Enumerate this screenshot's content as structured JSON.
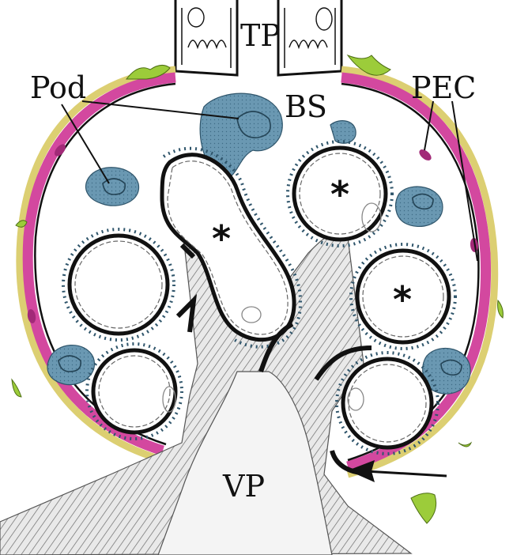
{
  "labels": {
    "tp": "TP",
    "bs": "BS",
    "pod": "Pod",
    "pec": "PEC",
    "vp": "VP",
    "asterisk": "*"
  },
  "colors": {
    "podocyte_blue": "#6a98b2",
    "pec_magenta": "#d3489f",
    "capsule_yellow": "#dccf72",
    "green_cells": "#9ccc3a",
    "mesangium_gray": "#cfcfcf",
    "outline_black": "#111111"
  }
}
